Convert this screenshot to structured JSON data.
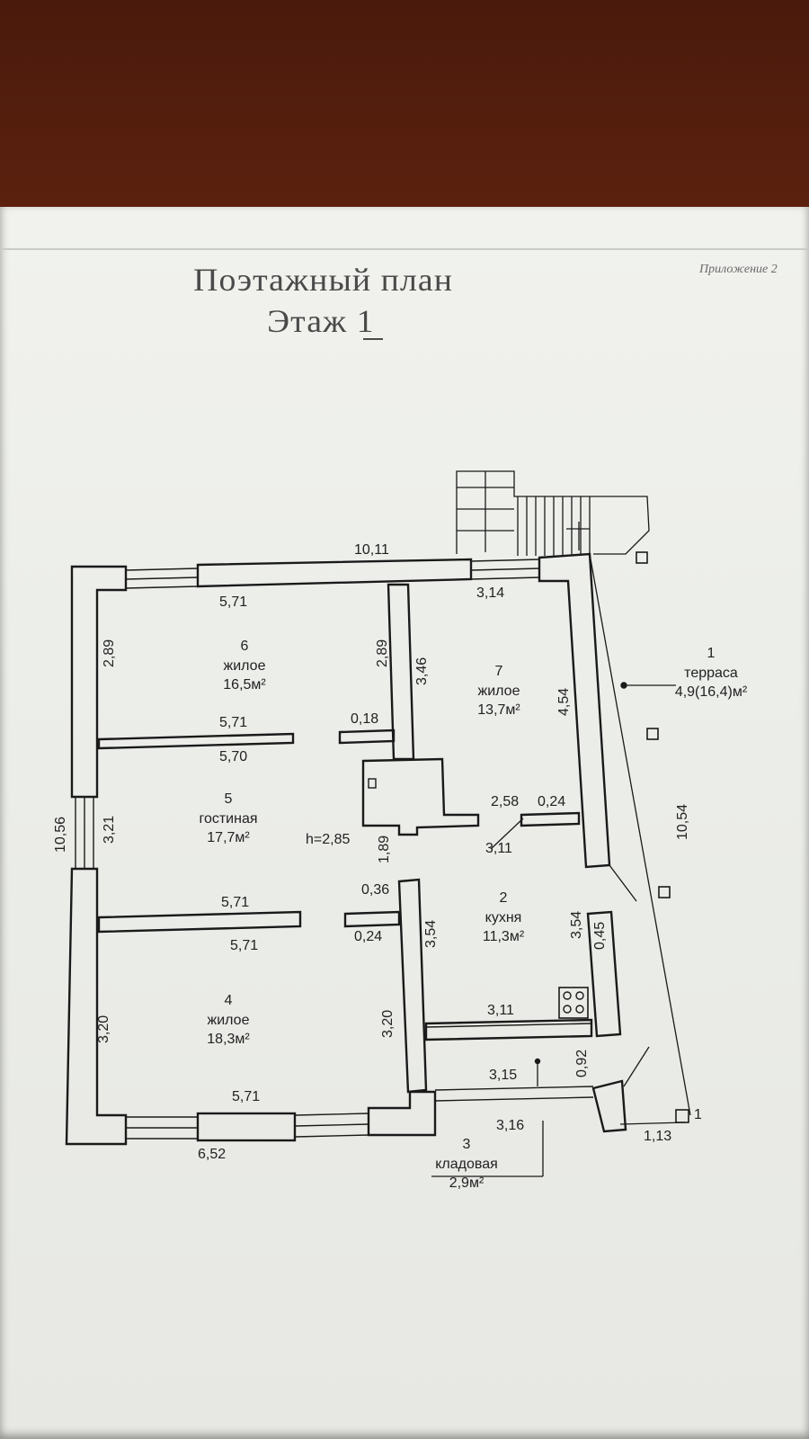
{
  "header": {
    "title_line1": "Поэтажный план",
    "title_line2": "Этаж 1",
    "annex": "Приложение 2"
  },
  "rooms": [
    {
      "no": "1",
      "name": "терраса",
      "area": "4,9(16,4)м²"
    },
    {
      "no": "2",
      "name": "кухня",
      "area": "11,3м²"
    },
    {
      "no": "3",
      "name": "кладовая",
      "area": "2,9м²"
    },
    {
      "no": "4",
      "name": "жилое",
      "area": "18,3м²"
    },
    {
      "no": "5",
      "name": "гостиная",
      "area": "17,7м²"
    },
    {
      "no": "6",
      "name": "жилое",
      "area": "16,5м²"
    },
    {
      "no": "7",
      "name": "жилое",
      "area": "13,7м²"
    }
  ],
  "dims": {
    "top_total": "10,11",
    "r6_top": "5,71",
    "r6_bottom": "5,71",
    "r5_top": "5,70",
    "r5_bottom": "5,71",
    "r4_top": "5,71",
    "r4_bottom": "5,71",
    "bottom_total": "6,52",
    "left_total": "10,56",
    "r6_left": "2,89",
    "r5_left": "3,21",
    "r4_left": "3,20",
    "r6_right": "2,89",
    "r7_left": "3,46",
    "r7_top": "3,14",
    "r7_right": "4,54",
    "small_018": "0,18",
    "h_ceiling": "h=2,85",
    "v_189": "1,89",
    "d_258": "2,58",
    "d_024a": "0,24",
    "d_311a": "3,11",
    "d_036": "0,36",
    "d_024b": "0,24",
    "v_354a": "3,54",
    "v_354b": "3,54",
    "v_045": "0,45",
    "k_bottom": "3,11",
    "v_320": "3,20",
    "v_092": "0,92",
    "s_top": "3,15",
    "s_bottom": "3,16",
    "terrace_right": "10,54",
    "terrace_bottom": "1,13",
    "terrace_mark": "1"
  }
}
